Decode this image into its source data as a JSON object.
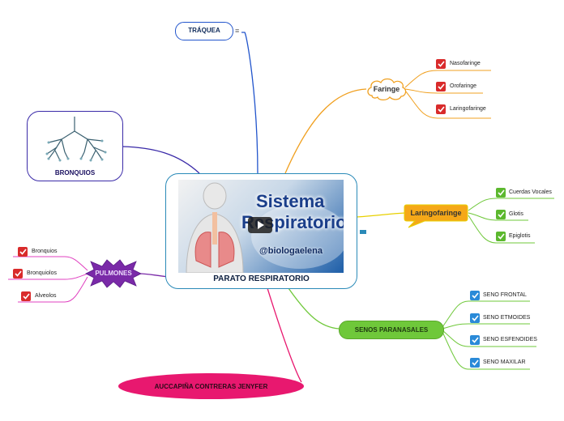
{
  "central": {
    "title": "PARATO RESPIRATORIO",
    "image_title_line1": "Sistema",
    "image_title_line2": "Respiratorio",
    "image_handle": "@biologaelena"
  },
  "traquea": {
    "label": "TRÁQUEA",
    "note_icon": "≡"
  },
  "bronquios": {
    "label": "BRONQUIOS"
  },
  "faringe": {
    "label": "Faringe",
    "children": [
      "Nasofaringe",
      "Orofaringe",
      "Laringofaringe"
    ]
  },
  "laringofaringe": {
    "label": "Laringofaringe",
    "children": [
      "Cuerdas Vocales",
      "Glotis",
      "Epiglotis"
    ]
  },
  "senos": {
    "label": "SENOS PARANASALES",
    "children": [
      "SENO FRONTAL",
      "SENO ETMOIDES",
      "SENO ESFENOIDES",
      "SENO MAXILAR"
    ]
  },
  "pulmones": {
    "label": "PULMONES",
    "children": [
      "Bronquios",
      "Bronquiolos",
      "Alveolos"
    ]
  },
  "author": {
    "label": "AUCCAPIÑA CONTRERAS JENYFER"
  },
  "colors": {
    "traquea": "#2255cc",
    "bronquios": "#3a2aa8",
    "faringe": "#f0a020",
    "laringofaringe": "#e8a000",
    "senos": "#6fc83a",
    "pulmones": "#7a2aa8",
    "author": "#e8186f",
    "central_border": "#2a8ab8",
    "check_red": "#d92b2b",
    "check_green": "#5cb82e",
    "check_blue": "#2a8ad8"
  }
}
